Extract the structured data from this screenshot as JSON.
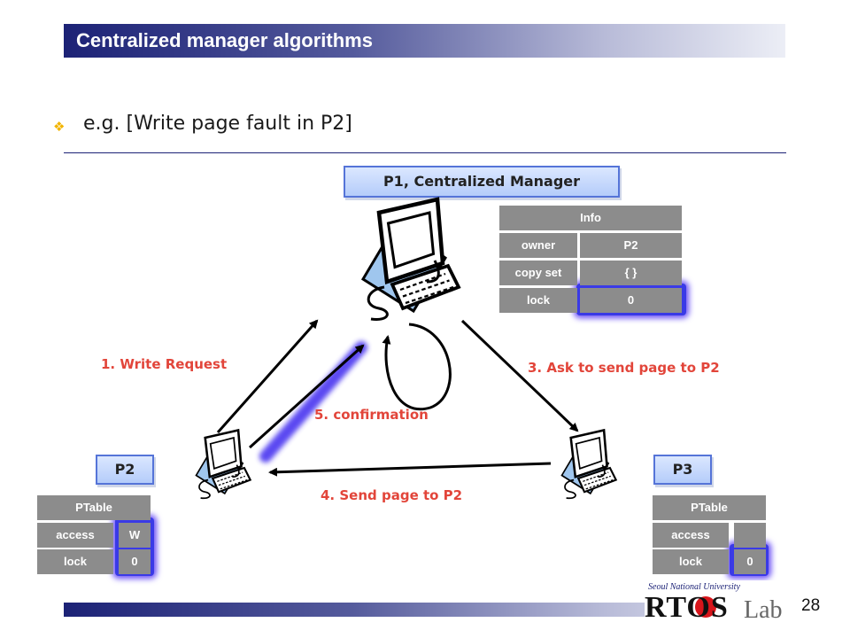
{
  "slide": {
    "title": "Centralized manager algorithms",
    "subtitle": "e.g. [Write page fault in P2]",
    "page_number": "28"
  },
  "manager": {
    "label": "P1, Centralized Manager",
    "table": {
      "header": "Info",
      "rows": [
        {
          "key": "owner",
          "value": "P2"
        },
        {
          "key": "copy set",
          "value": "{ }"
        },
        {
          "key": "lock",
          "value": "0"
        }
      ]
    }
  },
  "p2": {
    "label": "P2",
    "table": {
      "header": "PTable",
      "rows": [
        {
          "key": "access",
          "value": "W"
        },
        {
          "key": "lock",
          "value": "0"
        }
      ]
    }
  },
  "p3": {
    "label": "P3",
    "table": {
      "header": "PTable",
      "rows": [
        {
          "key": "access",
          "value": ""
        },
        {
          "key": "lock",
          "value": "0"
        }
      ]
    }
  },
  "steps": {
    "s1": "1.  Write Request",
    "s3": "3. Ask to send page to P2",
    "s4": "4. Send page to P2",
    "s5": "5. confirmation"
  },
  "logo": {
    "university": "Seoul National University",
    "lab_name": "RTOS",
    "lab_suffix": "Lab"
  },
  "colors": {
    "title_bar": "#1c2276",
    "label_border": "#5574d8",
    "table_cell": "#8c8c8c",
    "glow": "#3a3ae6",
    "step_text": "#e2453a",
    "bullet": "#f2b400"
  },
  "icons": {
    "bullet": "diamond-bullet-icon",
    "computer": "computer-icon"
  }
}
